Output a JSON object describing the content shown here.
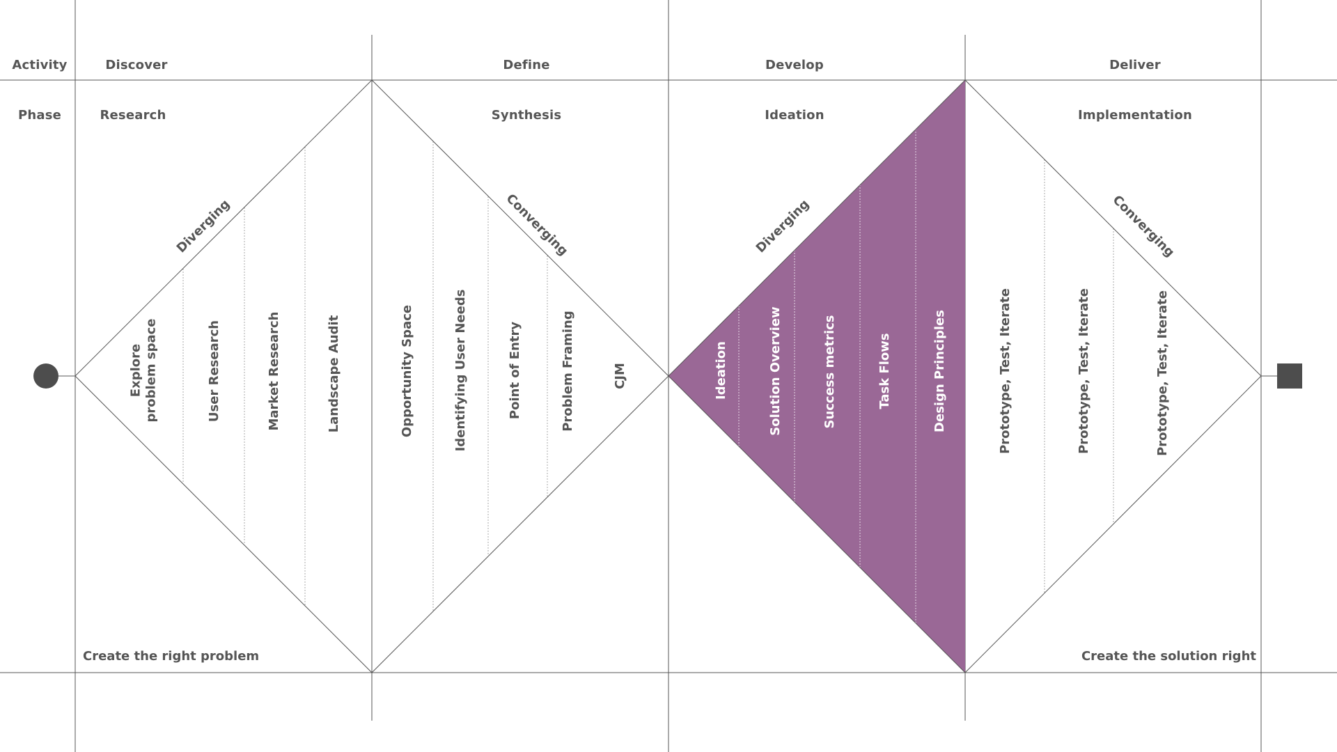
{
  "row_labels": {
    "activity": "Activity",
    "phase": "Phase"
  },
  "columns": [
    {
      "activity": "Discover",
      "phase": "Research"
    },
    {
      "activity": "Define",
      "phase": "Synthesis"
    },
    {
      "activity": "Develop",
      "phase": "Ideation"
    },
    {
      "activity": "Deliver",
      "phase": "Implementation"
    }
  ],
  "diamond_labels": {
    "discover": "Diverging",
    "define": "Converging",
    "develop": "Diverging",
    "deliver": "Converging"
  },
  "discover_steps": [
    {
      "line1": "Explore",
      "line2": "problem space"
    },
    {
      "line1": "User Research"
    },
    {
      "line1": "Market Research"
    },
    {
      "line1": "Landscape Audit"
    }
  ],
  "define_steps": [
    "Opportunity Space",
    "Identifying User Needs",
    "Point of Entry",
    "Problem Framing",
    "CJM"
  ],
  "develop_steps": [
    "Ideation",
    "Solution Overview",
    "Success metrics",
    "Task Flows",
    "Design Principles"
  ],
  "deliver_steps": [
    "Prototype, Test, Iterate",
    "Prototype, Test, Iterate",
    "Prototype, Test, Iterate"
  ],
  "footers": {
    "left": "Create the right problem",
    "right": "Create the solution right"
  },
  "colors": {
    "highlight": "#9a6896",
    "line": "#555555",
    "marker": "#4d4d4d"
  },
  "icons": {
    "start": "start-circle-icon",
    "end": "end-square-icon"
  }
}
